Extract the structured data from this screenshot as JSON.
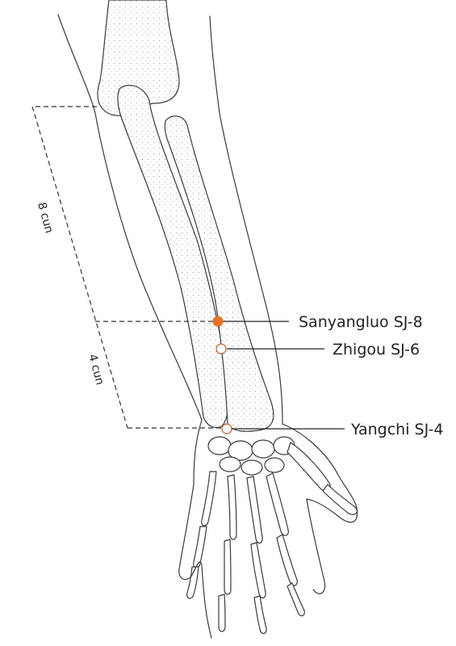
{
  "points": [
    {
      "id": "sanyangluo",
      "label": "Sanyangluo SJ-8",
      "marker": "filled"
    },
    {
      "id": "zhigou",
      "label": "Zhigou SJ-6",
      "marker": "open"
    },
    {
      "id": "yangchi",
      "label": "Yangchi SJ-4",
      "marker": "open"
    }
  ],
  "measurements": {
    "upper": "8 cun",
    "lower": "4 cun"
  },
  "colors": {
    "filled_point": "#e8722a",
    "open_point_stroke": "#c8551a",
    "line": "#333333"
  }
}
